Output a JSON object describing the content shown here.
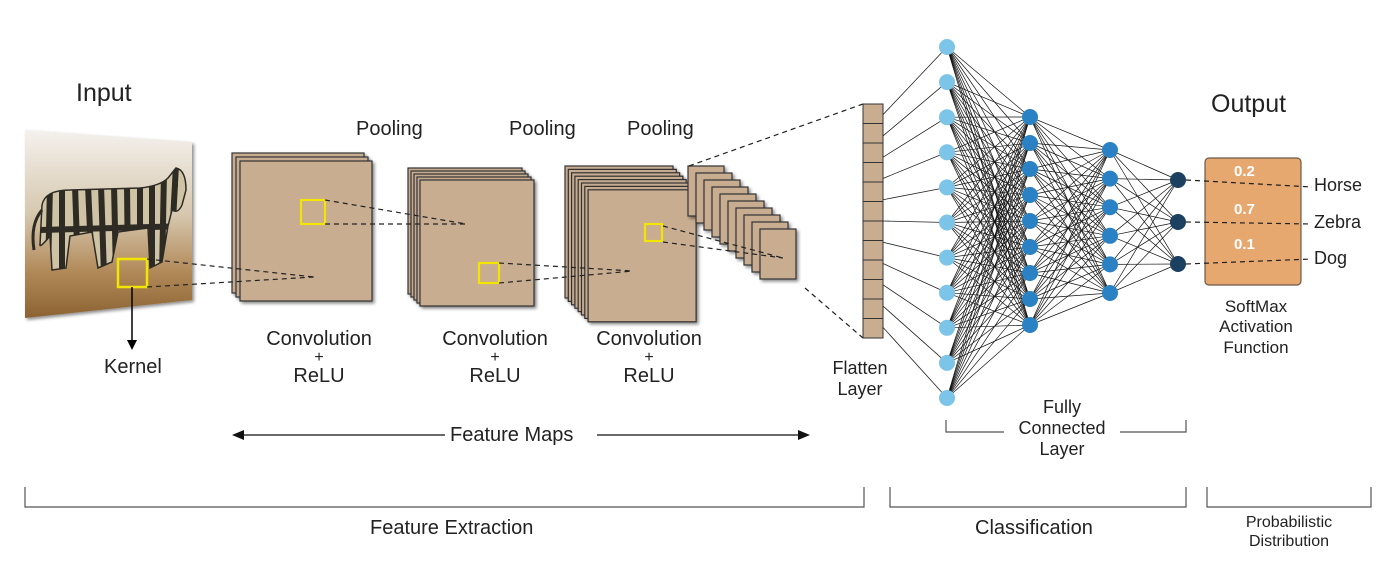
{
  "labels": {
    "input": "Input",
    "output": "Output",
    "kernel": "Kernel",
    "pooling": [
      "Pooling",
      "Pooling",
      "Pooling"
    ],
    "conv_line1": "Convolution",
    "conv_plus": "+",
    "conv_line2": "ReLU",
    "feature_maps": "Feature  Maps",
    "flatten_line1": "Flatten",
    "flatten_line2": "Layer",
    "fc_line1": "Fully",
    "fc_line2": "Connected",
    "fc_line3": "Layer",
    "softmax_line1": "SoftMax",
    "softmax_line2": "Activation",
    "softmax_line3": "Function",
    "feature_extraction": "Feature Extraction",
    "classification": "Classification",
    "prob_line1": "Probabilistic",
    "prob_line2": "Distribution"
  },
  "outputs": [
    {
      "name": "Horse",
      "prob": "0.2"
    },
    {
      "name": "Zebra",
      "prob": "0.7"
    },
    {
      "name": "Dog",
      "prob": "0.1"
    }
  ],
  "colors": {
    "feature_map": "#c8ad91",
    "kernel": "#f2e600",
    "input_node": "#7cc4e8",
    "hidden_node": "#2a82c4",
    "output_node": "#1c4160",
    "softmax_box": "#e7a870",
    "zebra_stripe": "#2e2b24"
  },
  "network": {
    "layers": [
      11,
      9,
      6,
      3
    ]
  }
}
